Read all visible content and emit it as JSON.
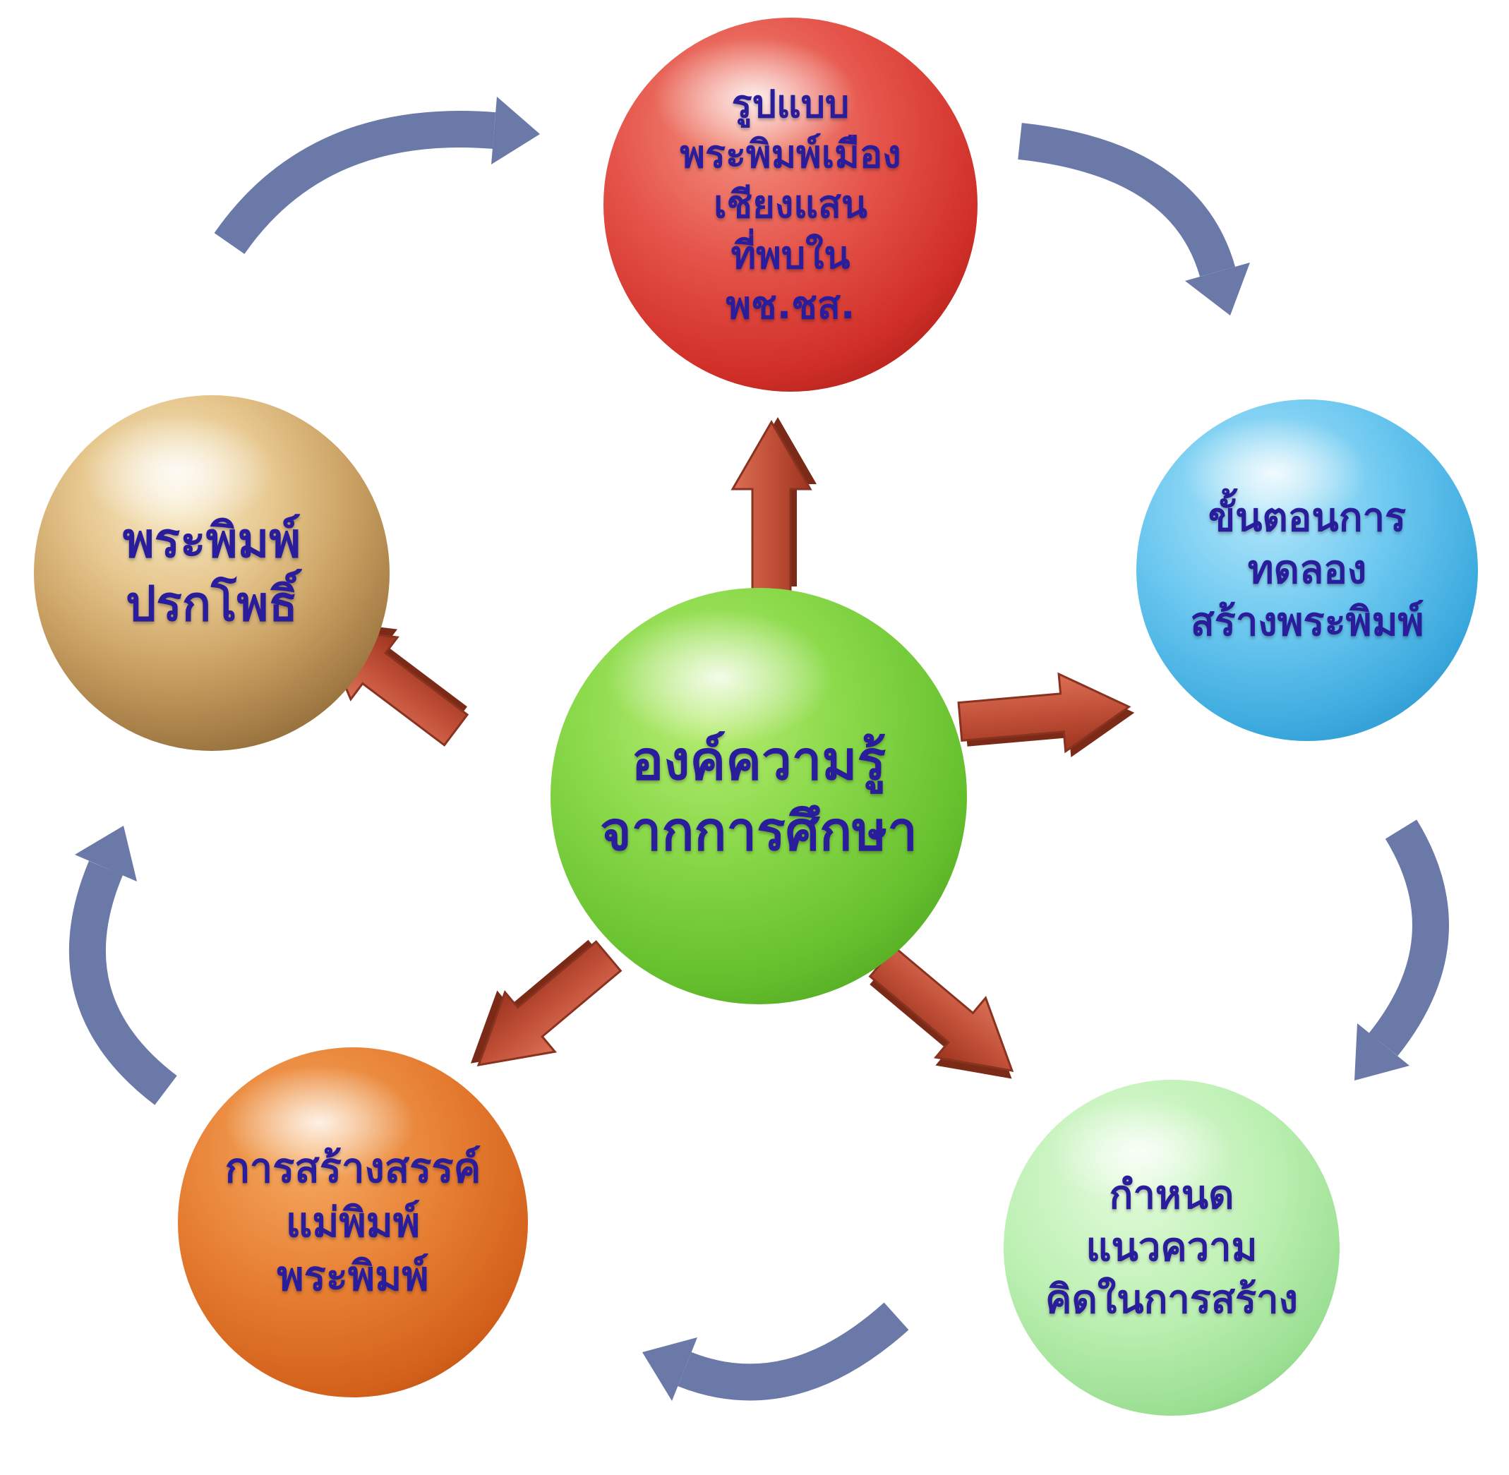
{
  "diagram": {
    "text_color": "#2a1d9c",
    "center": {
      "color": "#6fc93f",
      "lines": [
        "องค์ความรู้",
        "จากการศึกษา"
      ]
    },
    "nodes": [
      {
        "id": "top",
        "color": "#d63a35",
        "lines": [
          "รูปแบบ",
          "พระพิมพ์เมือง",
          "เชียงแสน",
          "ที่พบใน",
          "พช.ชส."
        ]
      },
      {
        "id": "right",
        "color": "#4fb8e8",
        "lines": [
          "ขั้นตอนการ",
          "ทดลอง",
          "สร้างพระพิมพ์"
        ]
      },
      {
        "id": "bottom-right",
        "color": "#a9e9a2",
        "lines": [
          "กำหนด",
          "แนวความ",
          "คิดในการสร้าง"
        ]
      },
      {
        "id": "bottom-left",
        "color": "#df7029",
        "lines": [
          "การสร้างสรรค์",
          "แม่พิมพ์",
          "พระพิมพ์"
        ]
      },
      {
        "id": "left",
        "color": "#c09a5e",
        "lines": [
          "พระพิมพ์",
          "ปรกโพธิ์"
        ]
      }
    ],
    "arrows": {
      "radial_color": "#c14f38",
      "cycle_color": "#6a79a7"
    }
  }
}
